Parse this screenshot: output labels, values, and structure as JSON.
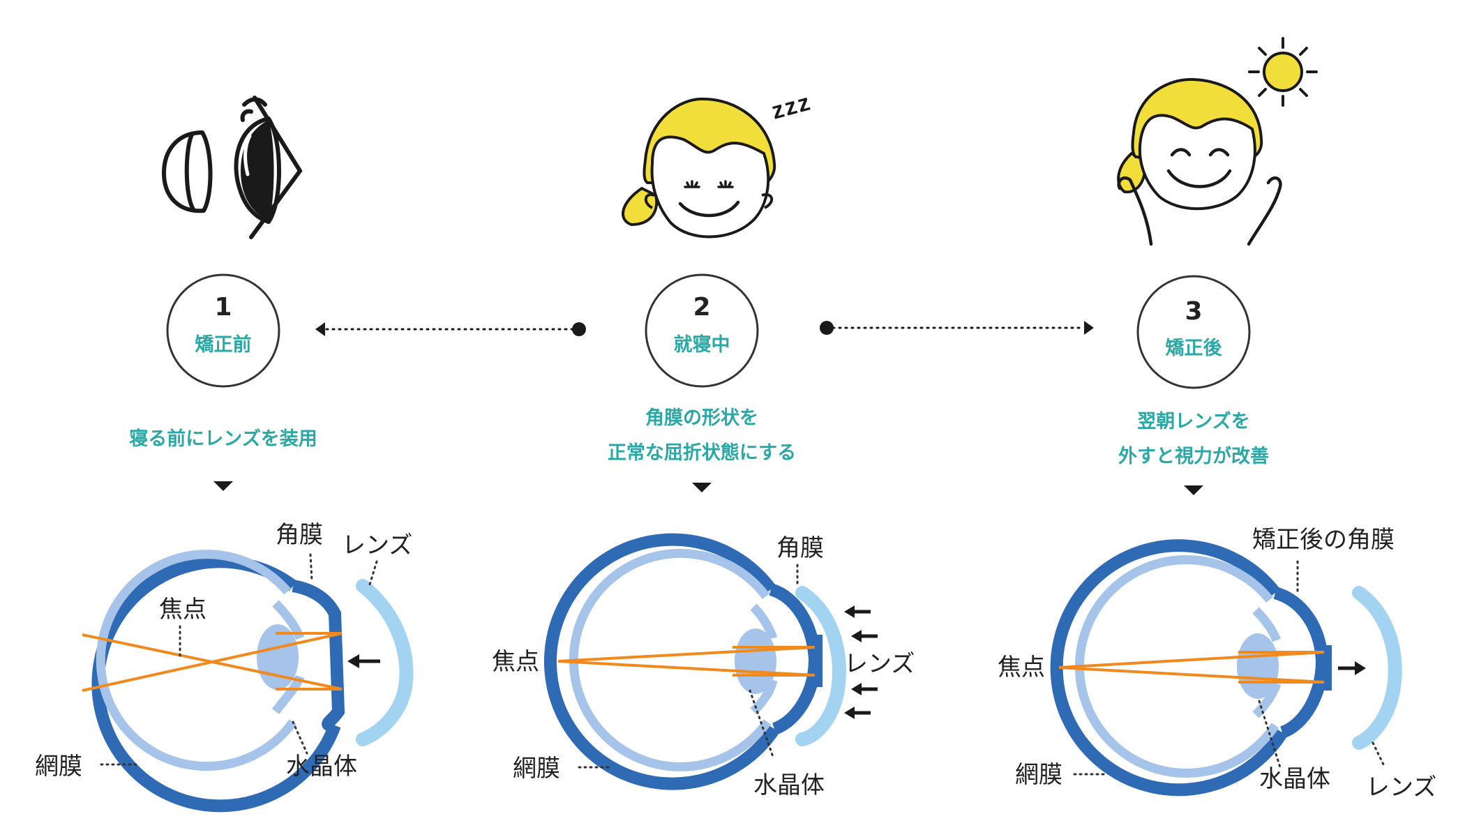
{
  "colors": {
    "teal": "#2aa8a6",
    "eye_blue": "#2f6ab4",
    "inner_blue": "#a6c3ea",
    "lens_blue": "#a2d4f2",
    "ray_orange": "#f08a1e",
    "hair_yellow": "#f1de3a",
    "ink": "#1a1a1a"
  },
  "steps": [
    {
      "number": "1",
      "title": "矯正前",
      "caption_lines": [
        "寝る前にレンズを装用"
      ],
      "illustration": "contact-lens-and-eye-icon",
      "diagram_labels": {
        "cornea": "角膜",
        "lens": "レンズ",
        "focus": "焦点",
        "retina": "網膜",
        "crystalline": "水晶体"
      }
    },
    {
      "number": "2",
      "title": "就寝中",
      "caption_lines": [
        "角膜の形状を",
        "正常な屈折状態にする"
      ],
      "illustration": "sleeping-girl-icon",
      "sleep_text": "zzz",
      "diagram_labels": {
        "cornea": "角膜",
        "lens": "レンズ",
        "focus": "焦点",
        "retina": "網膜",
        "crystalline": "水晶体"
      }
    },
    {
      "number": "3",
      "title": "矯正後",
      "caption_lines": [
        "翌朝レンズを",
        "外すと視力が改善"
      ],
      "illustration": "happy-girl-with-sun-icon",
      "diagram_labels": {
        "cornea": "矯正後の角膜",
        "lens": "レンズ",
        "focus": "焦点",
        "retina": "網膜",
        "crystalline": "水晶体"
      }
    }
  ]
}
